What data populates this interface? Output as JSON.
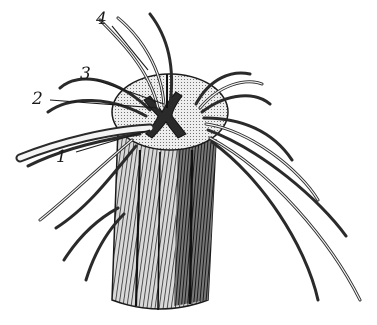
{
  "figure": {
    "labels": [
      {
        "id": "label-1",
        "text": "1"
      },
      {
        "id": "label-2",
        "text": "2"
      },
      {
        "id": "label-3",
        "text": "3"
      },
      {
        "id": "label-4",
        "text": "4"
      }
    ]
  },
  "colors": {
    "ink": "#1a1a1a",
    "cord_shade": "#3a3a3a",
    "white_matter": "#e9e9e9",
    "background": "#ffffff"
  }
}
